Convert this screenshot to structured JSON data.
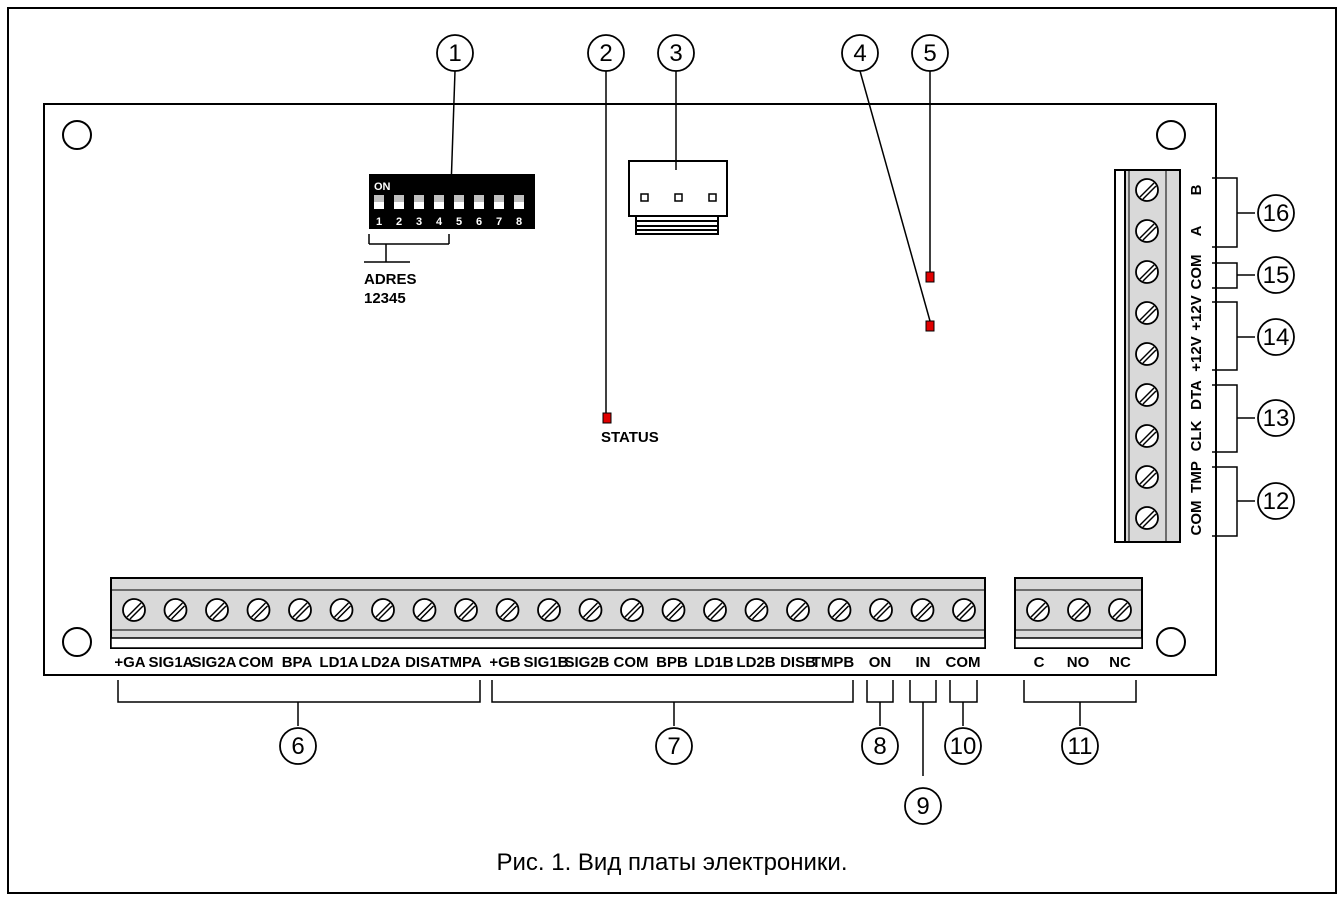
{
  "caption": "Рис. 1. Вид платы электроники.",
  "dip": {
    "on_label": "ON",
    "numbers": [
      "1",
      "2",
      "3",
      "4",
      "5",
      "6",
      "7",
      "8"
    ],
    "address_label": "ADRES",
    "address_digits": "12345"
  },
  "status_label": "STATUS",
  "callouts": [
    "1",
    "2",
    "3",
    "4",
    "5",
    "6",
    "7",
    "8",
    "9",
    "10",
    "11",
    "12",
    "13",
    "14",
    "15",
    "16"
  ],
  "bottom_terminals_main": [
    "+GA",
    "SIG1A",
    "SIG2A",
    "COM",
    "BPA",
    "LD1A",
    "LD2A",
    "DISA",
    "TMPA",
    "+GB",
    "SIG1B",
    "SIG2B",
    "COM",
    "BPB",
    "LD1B",
    "LD2B",
    "DISB",
    "TMPB",
    "ON",
    "IN",
    "COM"
  ],
  "relay_terminals": [
    "C",
    "NO",
    "NC"
  ],
  "right_terminals": [
    "B",
    "A",
    "COM",
    "+12V",
    "+12V",
    "DTA",
    "CLK",
    "TMP",
    "COM"
  ],
  "colors": {
    "led": "#e00000",
    "board_line": "#000000"
  }
}
